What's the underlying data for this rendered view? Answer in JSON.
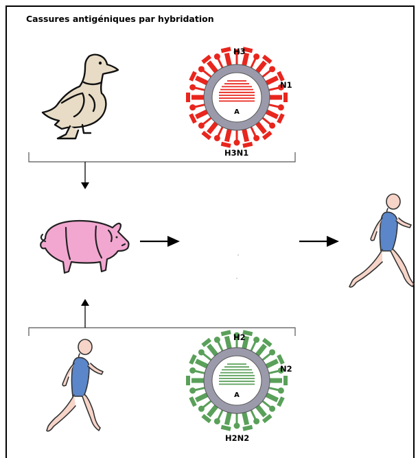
{
  "title": "Cassures antigéniques par hybridation",
  "top_virus": {
    "h_label": "H3",
    "n_label": "N1",
    "core_label": "A",
    "name": "H3N1",
    "color": "#e8261e"
  },
  "bottom_virus": {
    "h_label": "H2",
    "n_label": "N2",
    "core_label": "A",
    "name": "H2N2",
    "color": "#5aa05a"
  },
  "icons": [
    "duck-icon",
    "pig-icon",
    "runner-icon",
    "arrow-icon",
    "virus-icon"
  ]
}
